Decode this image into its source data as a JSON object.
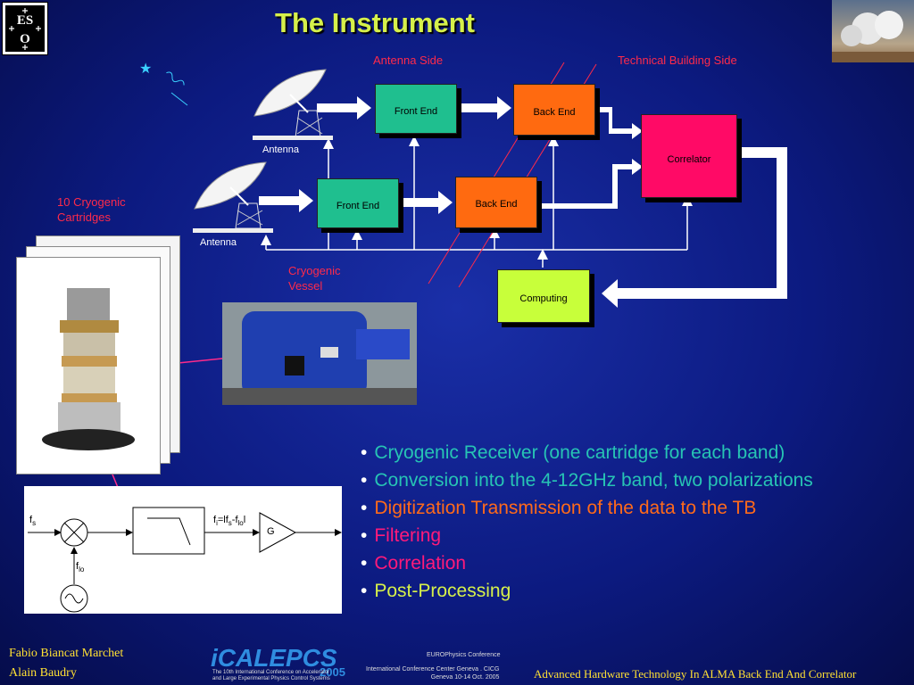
{
  "title": "The Instrument",
  "labels": {
    "antenna_side": "Antenna Side",
    "technical_building_side": "Technical Building Side",
    "cryo_cartridges_line1": "10 Cryogenic",
    "cryo_cartridges_line2": "Cartridges",
    "cryo_vessel_line1": "Cryogenic",
    "cryo_vessel_line2": "Vessel",
    "antenna": "Antenna"
  },
  "blocks": {
    "front_end": "Front End",
    "back_end": "Back End",
    "correlator": "Correlator",
    "computing": "Computing"
  },
  "mixer": {
    "fs": "f",
    "fs_sub": "s",
    "flo": "f",
    "flo_sub": "lo",
    "fi": "f",
    "fi_sub": "i",
    "fi_eq": "=lf",
    "fi_s": "s",
    "fi_minus": "-f",
    "fi_lo": "lo",
    "fi_end": "l",
    "gain": "G"
  },
  "bullets": [
    {
      "text": "Cryogenic Receiver (one cartridge for each band)",
      "color": "#27c4b4"
    },
    {
      "text": "Conversion into the 4-12GHz band, two polarizations",
      "color": "#27c4b4"
    },
    {
      "text": "Digitization Transmission of the data to the TB",
      "color": "#ff6a1a"
    },
    {
      "text": "Filtering",
      "color": "#ff1a7a"
    },
    {
      "text": "Correlation",
      "color": "#ff1a7a"
    },
    {
      "text": "Post-Processing",
      "color": "#d6f04a"
    }
  ],
  "footer": {
    "author1": "Fabio Biancat Marchet",
    "author2": "Alain Baudry",
    "logo_text": "iCALEPCS",
    "logo_year": "2005",
    "logo_sub1": "The 10th International Conference on Accelerator",
    "logo_sub2": "and Large Experimental Physics Control Systems",
    "conf_line1": "EUROPhysics Conference",
    "conf_line2": "International Conference Center Geneva . CICG",
    "conf_line3": "Geneva 10-14 Oct. 2005",
    "talk_title": "Advanced Hardware Technology In ALMA Back End And Correlator"
  },
  "logos": {
    "eso_text": "ES O"
  },
  "colors": {
    "front_end": "#1fbf8f",
    "back_end": "#ff6a10",
    "correlator": "#ff0a66",
    "computing": "#c8ff3a",
    "title": "#d6f04a",
    "red_label": "#ff2a4a",
    "footer_text": "#ffe033"
  }
}
